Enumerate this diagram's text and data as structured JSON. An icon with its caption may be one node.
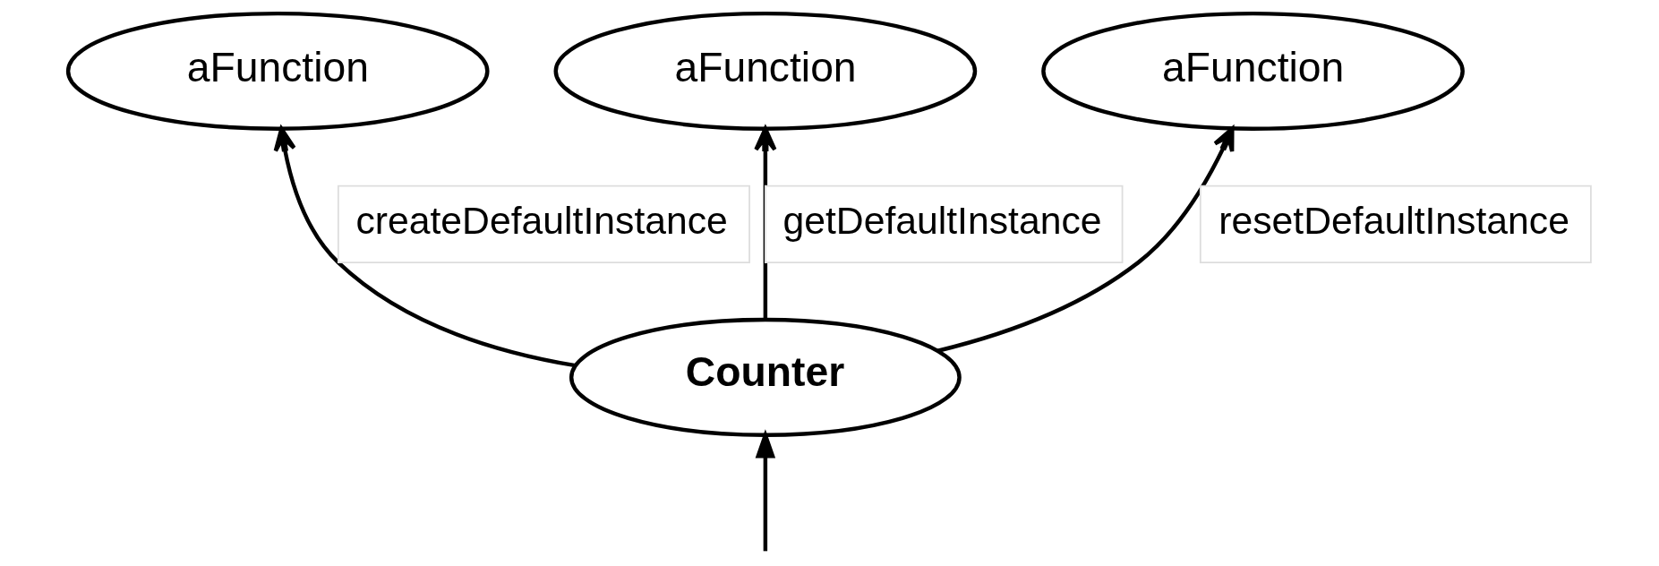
{
  "diagram": {
    "nodes": [
      {
        "text": [
          "aFunction"
        ]
      },
      {
        "text": [
          "aFunction"
        ]
      },
      {
        "text": [
          "aFunction"
        ]
      },
      {
        "text": [
          "Counter"
        ]
      }
    ],
    "edges": [
      {
        "from": 3,
        "to": 1,
        "arrow": "to",
        "label": "createDefaultInstance"
      },
      {
        "from": 3,
        "to": 0,
        "arrow": "to",
        "label": "getDefaultInstance"
      },
      {
        "from": 3,
        "to": 2,
        "arrow": "to",
        "label": "resetDefaultInstance"
      },
      {
        "from": null,
        "to": 3,
        "arrow": "to"
      }
    ]
  }
}
